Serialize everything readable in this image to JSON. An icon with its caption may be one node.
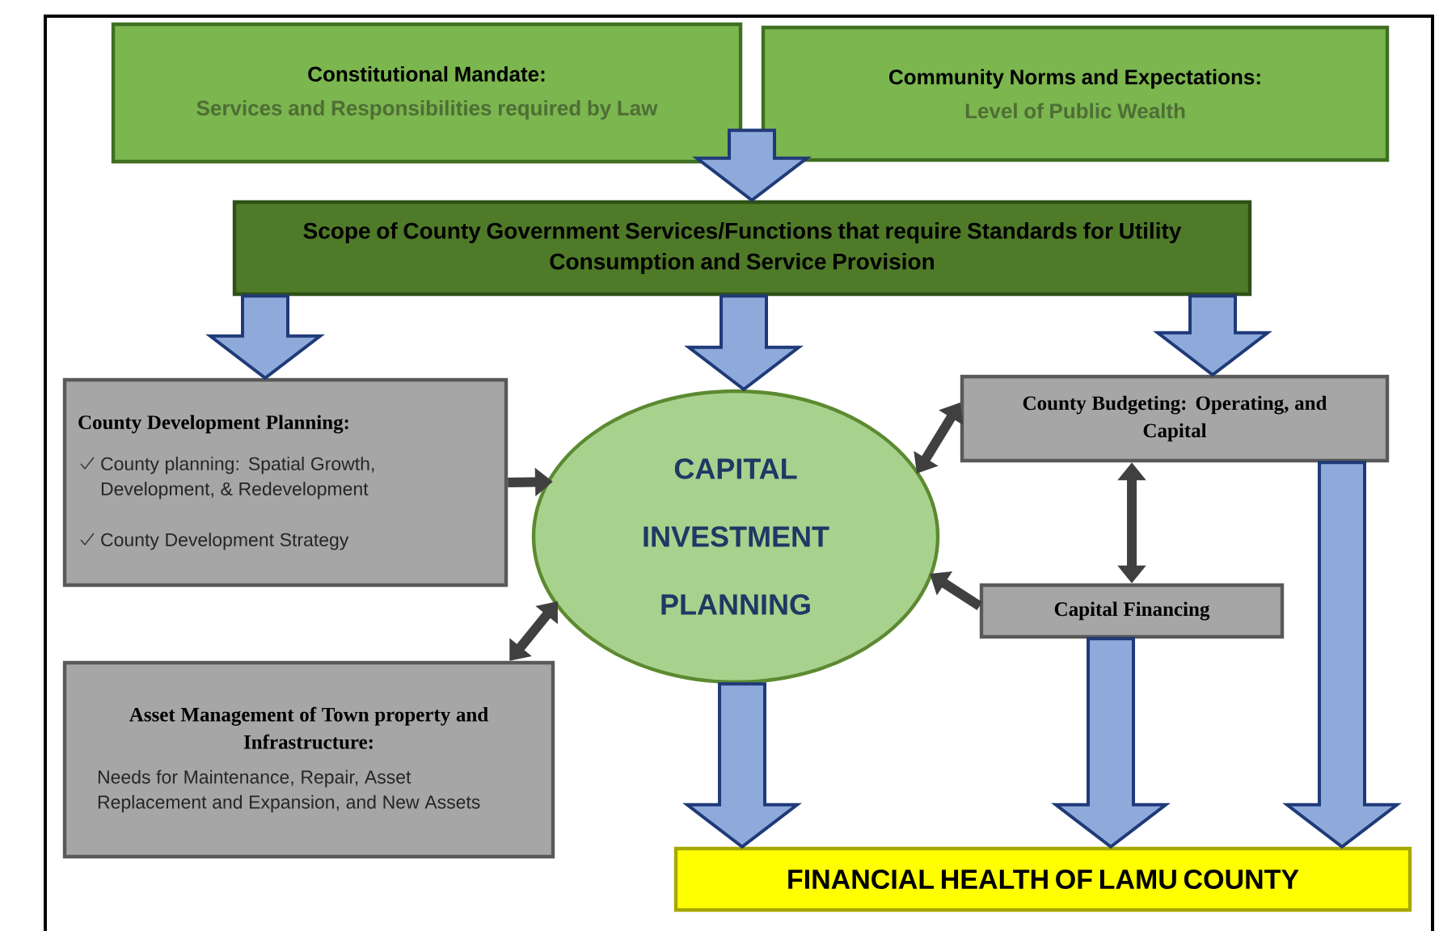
{
  "diagram": {
    "nodes": [
      {
        "text": [
          "Constitutional Mandate:",
          "Services and Responsibilities required by Law"
        ]
      },
      {
        "text": [
          "Community Norms and Expectations:",
          "Level of Public Wealth"
        ]
      },
      {
        "text": [
          "Scope of County Government Services/Functions that require Standards for Utility Consumption and Service Provision"
        ]
      },
      {
        "text": [
          "County Development Planning:",
          "County planning: Spatial Growth, Development, & Redevelopment",
          "County Development Strategy"
        ]
      },
      {
        "text": [
          "CAPITAL INVESTMENT PLANNING"
        ]
      },
      {
        "text": [
          "County Budgeting: Operating, and Capital"
        ]
      },
      {
        "text": [
          "Asset Management of Town property and Infrastructure:",
          "Needs for Maintenance, Repair, Asset Replacement and Expansion, and New Assets"
        ]
      },
      {
        "text": [
          "Capital Financing"
        ]
      },
      {
        "text": [
          "FINANCIAL HEALTH OF LAMU COUNTY"
        ]
      }
    ],
    "edges": [
      {
        "from": 0,
        "to": 2,
        "arrow": "to"
      },
      {
        "from": 1,
        "to": 2,
        "arrow": "to"
      },
      {
        "from": 2,
        "to": 3,
        "arrow": "to"
      },
      {
        "from": 2,
        "to": 4,
        "arrow": "to"
      },
      {
        "from": 2,
        "to": 5,
        "arrow": "to"
      },
      {
        "from": 3,
        "to": 4,
        "arrow": "to",
        "color": "#404040"
      },
      {
        "from": 6,
        "to": 4,
        "arrow": "both",
        "color": "#404040"
      },
      {
        "from": 5,
        "to": 4,
        "arrow": "both",
        "color": "#404040"
      },
      {
        "from": 5,
        "to": 7,
        "arrow": "both",
        "color": "#404040"
      },
      {
        "from": 7,
        "to": 4,
        "arrow": "to",
        "color": "#404040"
      },
      {
        "from": 4,
        "to": 8,
        "arrow": "to"
      },
      {
        "from": 7,
        "to": 8,
        "arrow": "to"
      },
      {
        "from": 5,
        "to": 8,
        "arrow": "to"
      }
    ]
  }
}
